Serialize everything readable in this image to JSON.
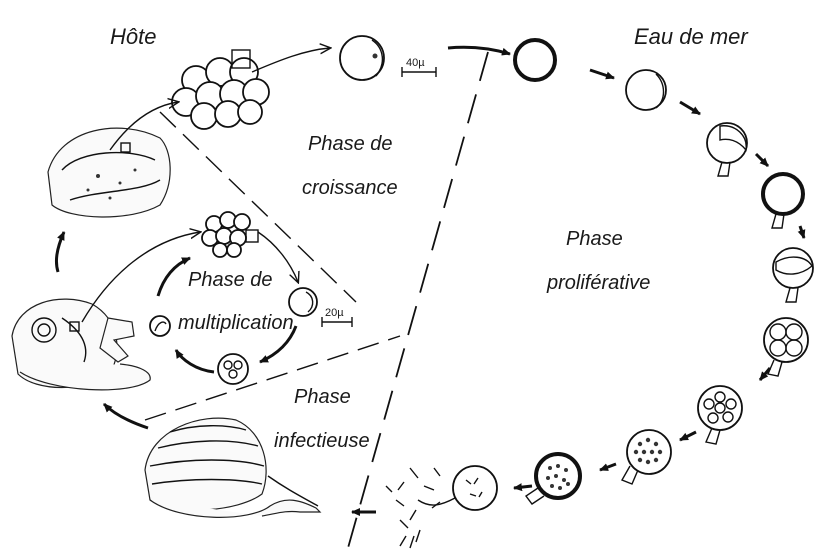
{
  "labels": {
    "host": "Hôte",
    "seawater": "Eau de mer",
    "growth_line1": "Phase de",
    "growth_line2": "croissance",
    "proliferative_line1": "Phase",
    "proliferative_line2": "proliférative",
    "multiplication_line1": "Phase de",
    "multiplication_line2": "multiplication",
    "infective_line1": "Phase",
    "infective_line2": "infectieuse"
  },
  "scale_bars": {
    "large": "40µ",
    "small": "20µ"
  }
}
